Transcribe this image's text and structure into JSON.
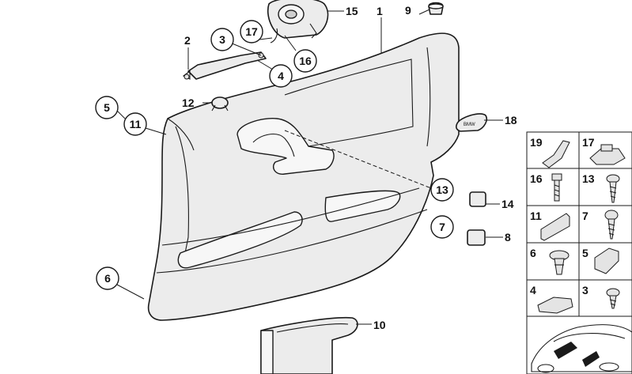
{
  "diagram": {
    "callouts_circled": [
      "3",
      "17",
      "16",
      "4",
      "5",
      "11",
      "13",
      "7",
      "6"
    ],
    "callouts_plain": [
      "1",
      "2",
      "8",
      "9",
      "10",
      "12",
      "14",
      "15",
      "18"
    ],
    "grid": {
      "cells": [
        {
          "left": "19",
          "right": "17"
        },
        {
          "left": "16",
          "right": "13"
        },
        {
          "left": "11",
          "right": "7"
        },
        {
          "left": "6",
          "right": "5"
        },
        {
          "left": "4",
          "right": "3"
        }
      ]
    },
    "badge_text": "BMW"
  }
}
